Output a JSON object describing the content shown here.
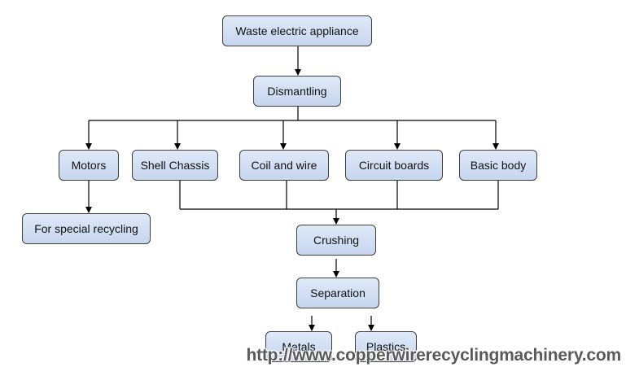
{
  "nodes": {
    "waste": "Waste electric appliance",
    "dismantling": "Dismantling",
    "motors": "Motors",
    "shell_chassis": "Shell Chassis",
    "coil_wire": "Coil and wire",
    "circuit_boards": "Circuit boards",
    "basic_body": "Basic body",
    "special_recycling": "For special recycling",
    "crushing": "Crushing",
    "separation": "Separation",
    "metals": "Metals",
    "plastics": "Plastics"
  },
  "watermark": "http://www.copperwirerecyclingmachinery.com",
  "colors": {
    "node_fill": "#c6d6ef",
    "node_border": "#3f3f3f",
    "connector": "#000000"
  }
}
